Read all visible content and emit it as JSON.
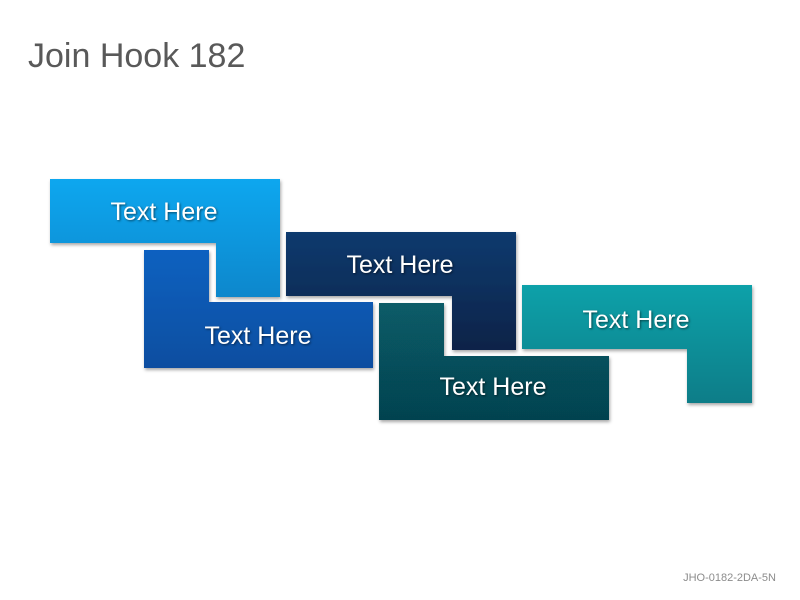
{
  "title": "Join Hook 182",
  "footer_code": "JHO-0182-2DA-5N",
  "hooks": [
    {
      "label": "Text Here",
      "color_top": "#0ba7ef",
      "color_bottom": "#0a87cc"
    },
    {
      "label": "Text Here",
      "color_top": "#0b61c0",
      "color_bottom": "#0a4ea0"
    },
    {
      "label": "Text Here",
      "color_top": "#0f3a6e",
      "color_bottom": "#0a2348"
    },
    {
      "label": "Text Here",
      "color_top": "#075c68",
      "color_bottom": "#06424f"
    },
    {
      "label": "Text Here",
      "color_top": "#0aa1a9",
      "color_bottom": "#077d88"
    }
  ]
}
